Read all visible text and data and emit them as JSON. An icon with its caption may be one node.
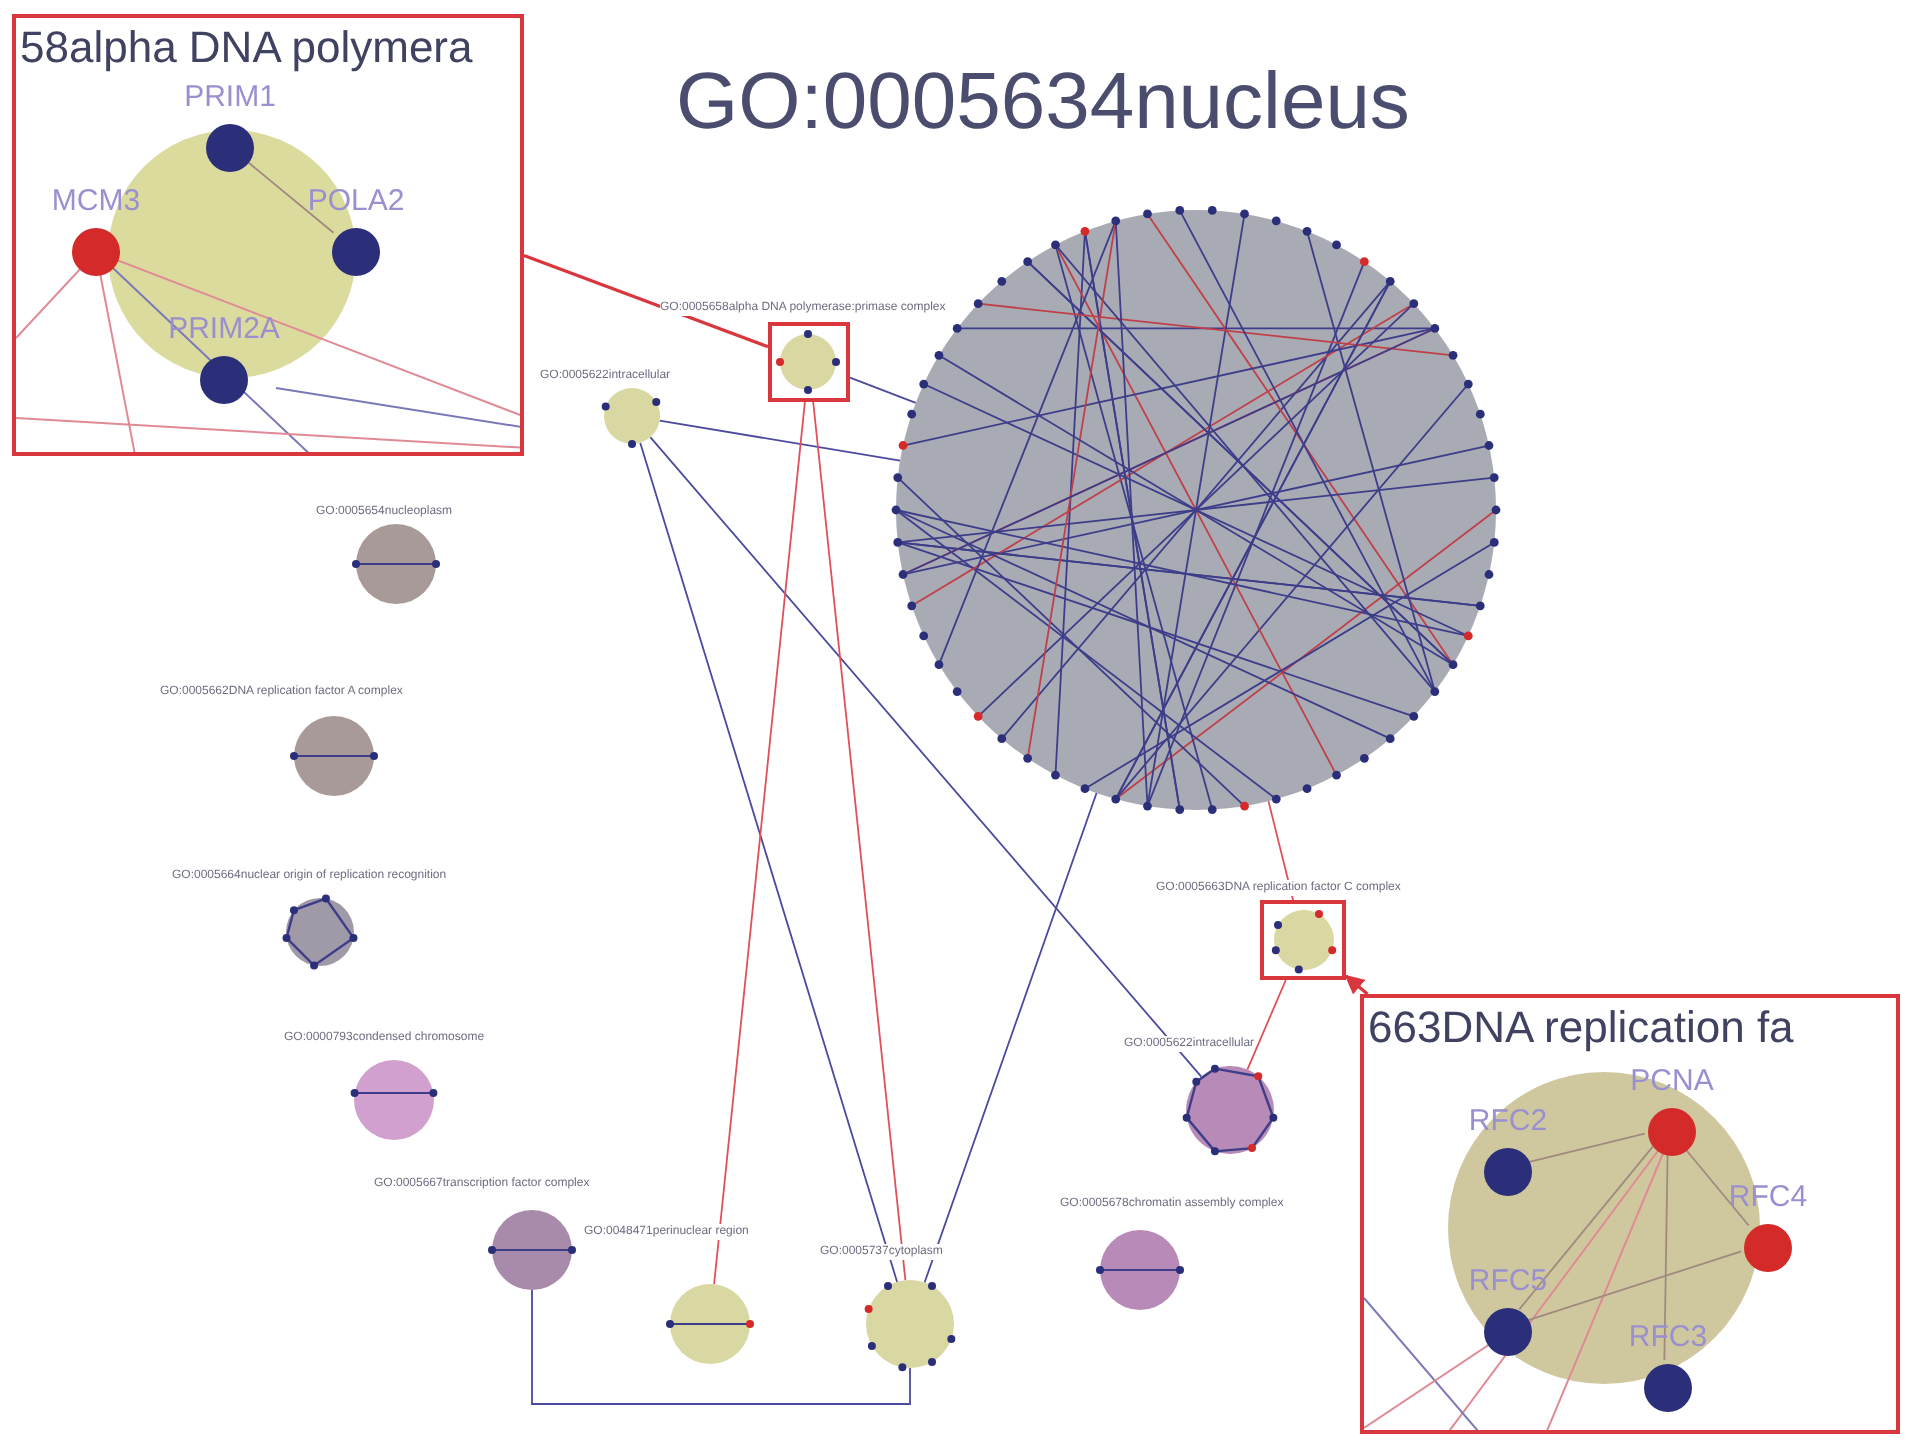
{
  "diagram": {
    "title": "GO:0005634nucleus",
    "nodes": [
      {
        "text": [],
        "shape": "circle"
      },
      {
        "text": [
          "GO:0005622intracellular"
        ]
      },
      {
        "text": [
          "GO:0005658alpha DNA polymerase:primase complex"
        ]
      },
      {
        "text": [
          "GO:0005654nucleoplasm"
        ]
      },
      {
        "text": [
          "GO:0005662DNA replication factor A complex"
        ]
      },
      {
        "text": [
          "GO:0005664nuclear origin of replication recognition"
        ]
      },
      {
        "text": [
          "GO:0000793condensed chromosome"
        ]
      },
      {
        "text": [
          "GO:0005667transcription factor complex"
        ]
      },
      {
        "text": [
          "GO:0048471perinuclear region"
        ]
      },
      {
        "text": [
          "GO:0005737cytoplasm"
        ]
      },
      {
        "text": [
          "GO:0005678chromatin assembly complex"
        ]
      },
      {
        "text": [
          "GO:0005622intracellular"
        ]
      },
      {
        "text": [
          "GO:0005663DNA replication factor C complex"
        ]
      },
      {
        "text": [
          "58alpha DNA polymera"
        ]
      },
      {
        "text": [
          "PRIM1"
        ],
        "in": 13
      },
      {
        "text": [
          "MCM3"
        ],
        "in": 13
      },
      {
        "text": [
          "POLA2"
        ],
        "in": 13
      },
      {
        "text": [
          "PRIM2A"
        ],
        "in": 13
      },
      {
        "text": [
          "663DNA replication fa"
        ]
      },
      {
        "text": [
          "PCNA"
        ],
        "in": 18
      },
      {
        "text": [
          "RFC2"
        ],
        "in": 18
      },
      {
        "text": [
          "RFC4"
        ],
        "in": 18
      },
      {
        "text": [
          "RFC5"
        ],
        "in": 18
      },
      {
        "text": [
          "RFC3"
        ],
        "in": 18
      }
    ],
    "edges": [
      {
        "from": 1,
        "to": 0,
        "arrow": "none"
      },
      {
        "from": 1,
        "to": 9,
        "arrow": "none"
      },
      {
        "from": 1,
        "to": 11,
        "arrow": "none"
      },
      {
        "from": 2,
        "to": 0,
        "arrow": "none"
      },
      {
        "from": 2,
        "to": 8,
        "arrow": "none",
        "color": "#e0505a"
      },
      {
        "from": 2,
        "to": 9,
        "arrow": "none",
        "color": "#e0505a"
      },
      {
        "from": 9,
        "to": 0,
        "arrow": "none"
      },
      {
        "from": 11,
        "to": 12,
        "arrow": "none",
        "color": "#e0505a"
      },
      {
        "from": 7,
        "to": 9,
        "arrow": "none"
      },
      {
        "from": 0,
        "to": 12,
        "arrow": "none",
        "color": "#e0505a"
      },
      {
        "from": 13,
        "to": 2,
        "arrow": "none",
        "color": "#d9363e"
      },
      {
        "from": 18,
        "to": 12,
        "arrow": "to",
        "color": "#d9363e"
      },
      {
        "from": 14,
        "to": 16,
        "arrow": "none",
        "color": "#a08a80"
      },
      {
        "from": 19,
        "to": 20,
        "arrow": "none",
        "color": "#a08a80"
      },
      {
        "from": 19,
        "to": 21,
        "arrow": "none",
        "color": "#a08a80"
      },
      {
        "from": 19,
        "to": 22,
        "arrow": "none",
        "color": "#a08a80"
      },
      {
        "from": 19,
        "to": 23,
        "arrow": "none",
        "color": "#a08a80"
      },
      {
        "from": 22,
        "to": 21,
        "arrow": "none",
        "color": "#a08a80"
      }
    ]
  }
}
